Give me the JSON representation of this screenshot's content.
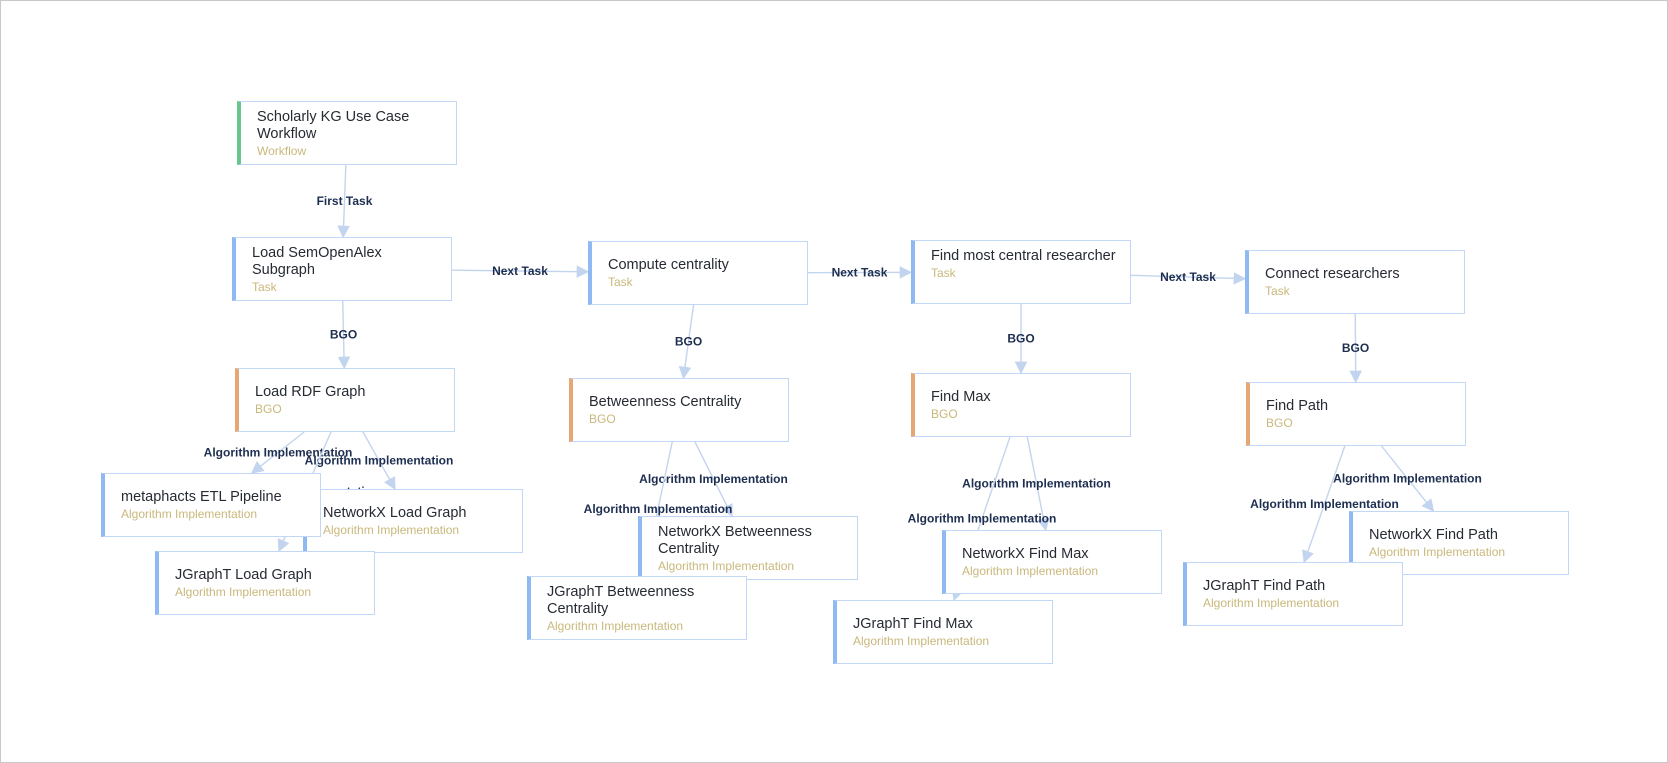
{
  "nodes": {
    "workflow": {
      "title": "Scholarly KG Use Case Workflow",
      "type": "Workflow"
    },
    "t1": {
      "title": "Load SemOpenAlex Subgraph",
      "type": "Task"
    },
    "t2": {
      "title": "Compute centrality",
      "type": "Task"
    },
    "t3": {
      "title": "Find most central researcher",
      "type": "Task"
    },
    "t4": {
      "title": "Connect researchers",
      "type": "Task"
    },
    "b1": {
      "title": "Load RDF Graph",
      "type": "BGO"
    },
    "b2": {
      "title": "Betweenness Centrality",
      "type": "BGO"
    },
    "b3": {
      "title": "Find Max",
      "type": "BGO"
    },
    "b4": {
      "title": "Find Path",
      "type": "BGO"
    },
    "a1a": {
      "title": "metaphacts ETL Pipeline",
      "type": "Algorithm Implementation"
    },
    "a1b": {
      "title": "NetworkX Load Graph",
      "type": "Algorithm Implementation"
    },
    "a1c": {
      "title": "JGraphT Load Graph",
      "type": "Algorithm Implementation"
    },
    "a2a": {
      "title": "NetworkX Betweenness Centrality",
      "type": "Algorithm Implementation"
    },
    "a2b": {
      "title": "JGraphT Betweenness Centrality",
      "type": "Algorithm Implementation"
    },
    "a3a": {
      "title": "NetworkX Find Max",
      "type": "Algorithm Implementation"
    },
    "a3b": {
      "title": "JGraphT Find Max",
      "type": "Algorithm Implementation"
    },
    "a4a": {
      "title": "NetworkX Find Path",
      "type": "Algorithm Implementation"
    },
    "a4b": {
      "title": "JGraphT Find Path",
      "type": "Algorithm Implementation"
    }
  },
  "edges": [
    {
      "from": "workflow",
      "to": "t1",
      "label": "First Task"
    },
    {
      "from": "t1",
      "to": "t2",
      "label": "Next Task"
    },
    {
      "from": "t2",
      "to": "t3",
      "label": "Next Task"
    },
    {
      "from": "t3",
      "to": "t4",
      "label": "Next Task"
    },
    {
      "from": "t1",
      "to": "b1",
      "label": "BGO"
    },
    {
      "from": "t2",
      "to": "b2",
      "label": "BGO"
    },
    {
      "from": "t3",
      "to": "b3",
      "label": "BGO"
    },
    {
      "from": "t4",
      "to": "b4",
      "label": "BGO"
    },
    {
      "from": "b1",
      "to": "a1a",
      "label": "Algorithm Implementation"
    },
    {
      "from": "b1",
      "to": "a1b",
      "label": "Algorithm Implementation"
    },
    {
      "from": "b1",
      "to": "a1c",
      "label": "Algorithm Implementation"
    },
    {
      "from": "b2",
      "to": "a2a",
      "label": "Algorithm Implementation"
    },
    {
      "from": "b2",
      "to": "a2b",
      "label": "Algorithm Implementation"
    },
    {
      "from": "b3",
      "to": "a3a",
      "label": "Algorithm Implementation"
    },
    {
      "from": "b3",
      "to": "a3b",
      "label": "Algorithm Implementation"
    },
    {
      "from": "b4",
      "to": "a4a",
      "label": "Algorithm Implementation"
    },
    {
      "from": "b4",
      "to": "a4b",
      "label": "Algorithm Implementation"
    }
  ]
}
